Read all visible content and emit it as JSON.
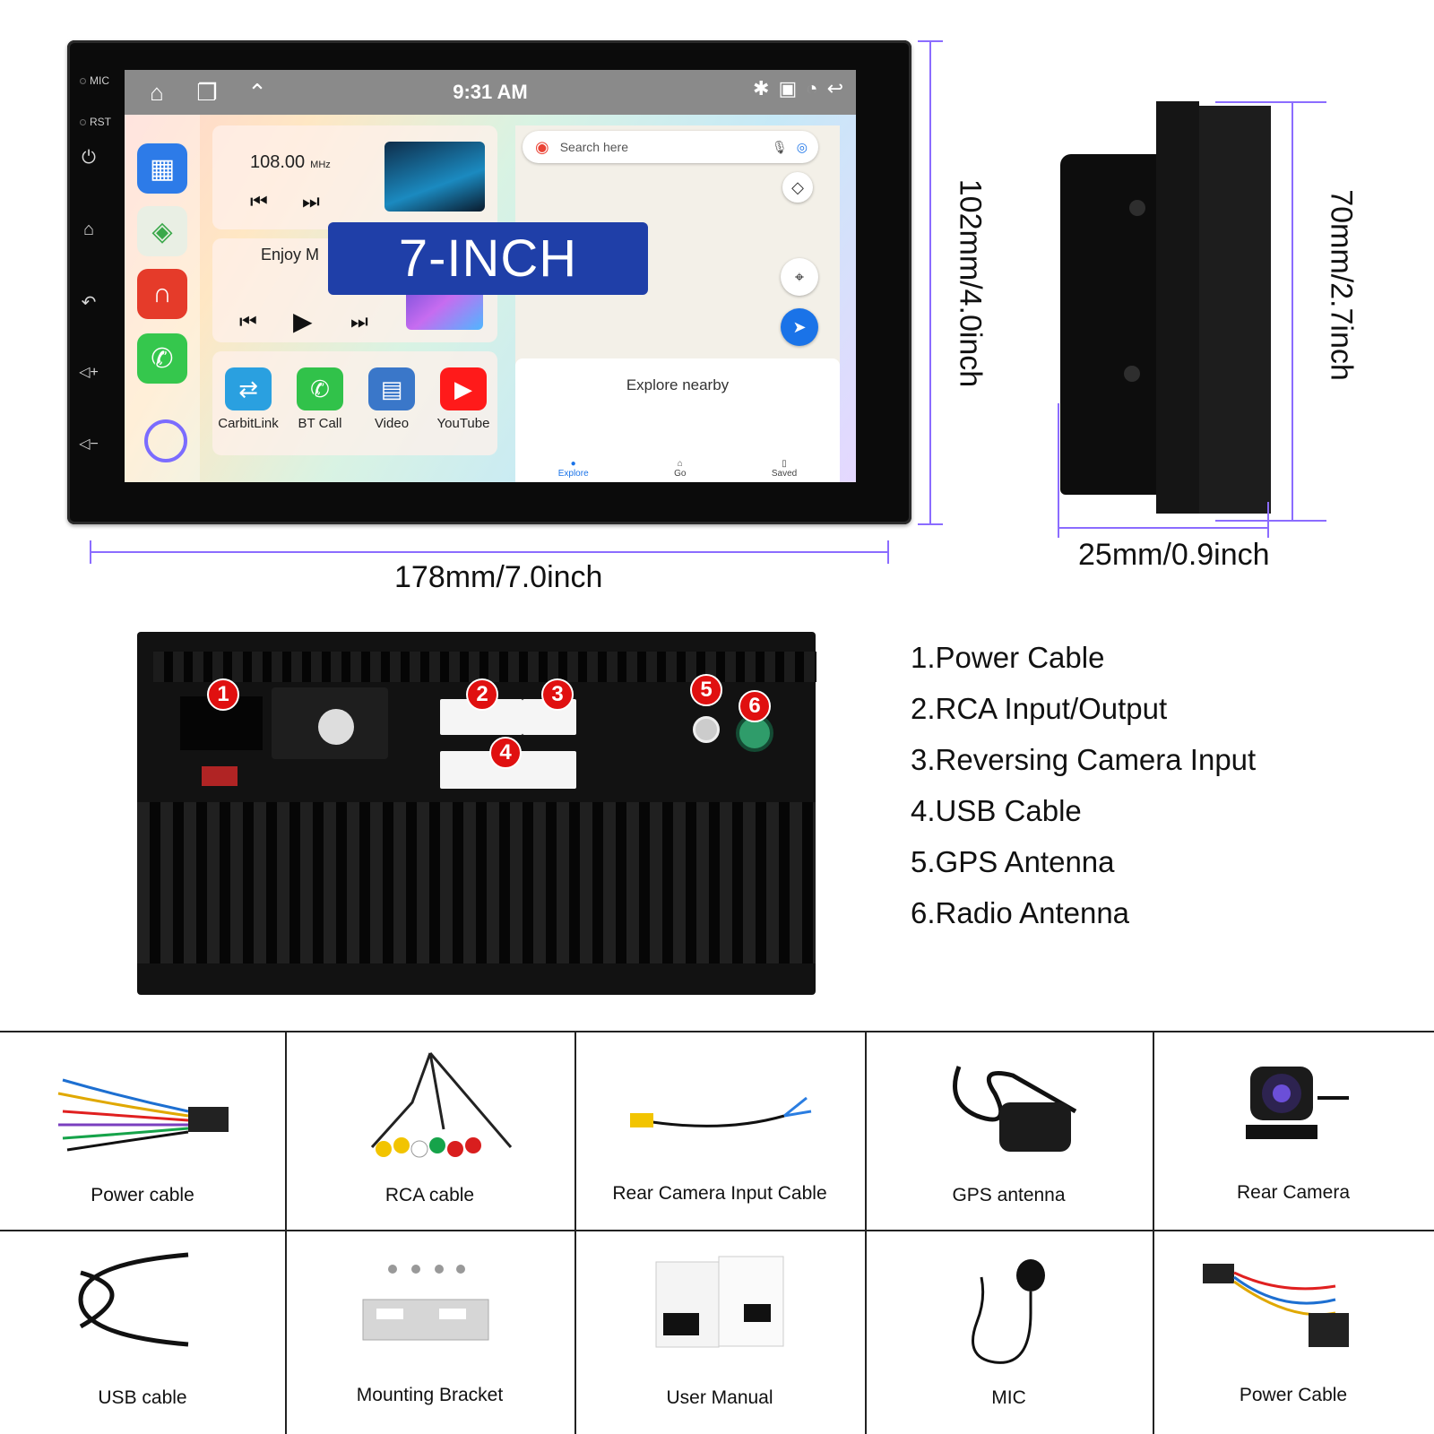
{
  "front": {
    "side_labels": [
      "MIC",
      "RST"
    ],
    "status": {
      "time": "9:31 AM"
    },
    "radio": {
      "frequency": "108.00",
      "unit": "MHz"
    },
    "music": {
      "title": "Enjoy M"
    },
    "apps": [
      {
        "label": "CarbitLink",
        "icon": "carbitlink-icon",
        "color": "#2aa0e0"
      },
      {
        "label": "BT Call",
        "icon": "phone-icon",
        "color": "#31c24a"
      },
      {
        "label": "Video",
        "icon": "clapperboard-icon",
        "color": "#3a77c9"
      },
      {
        "label": "YouTube",
        "icon": "youtube-icon",
        "color": "#ff1a1a"
      }
    ],
    "map": {
      "search_placeholder": "Search here",
      "sheet_title": "Explore nearby",
      "tabs": [
        "Explore",
        "Go",
        "Saved"
      ]
    },
    "badge": "7-INCH"
  },
  "dimensions": {
    "width": "178mm/7.0inch",
    "height": "102mm/4.0inch",
    "depth": "25mm/0.9inch",
    "side_height": "70mm/2.7inch"
  },
  "rear_ports": {
    "markers": [
      "1",
      "2",
      "3",
      "4",
      "5",
      "6"
    ],
    "legend": [
      "1.Power Cable",
      "2.RCA Input/Output",
      "3.Reversing Camera Input",
      "4.USB Cable",
      "5.GPS Antenna",
      "6.Radio Antenna"
    ]
  },
  "accessories": [
    "Power cable",
    "RCA cable",
    "Rear Camera Input Cable",
    "GPS antenna",
    "Rear Camera",
    "USB cable",
    "Mounting Bracket",
    "User Manual",
    "MIC",
    "Power Cable"
  ],
  "colors": {
    "dimension_line": "#8b6cff",
    "badge": "#1f3fa8",
    "marker": "#e01010"
  }
}
